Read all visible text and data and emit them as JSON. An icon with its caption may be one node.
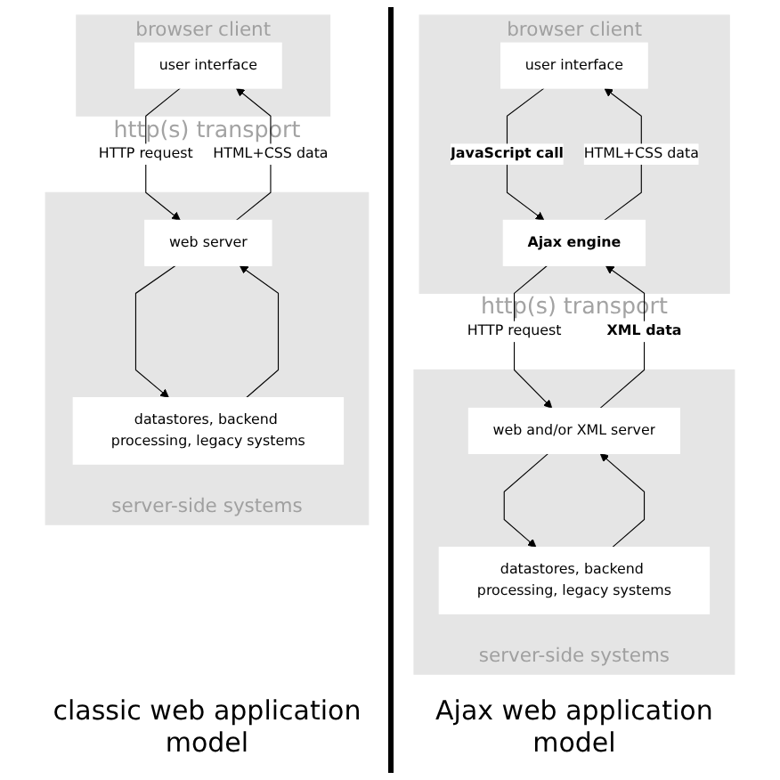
{
  "diagram": {
    "nodes": [
      {
        "text": [
          "browser client"
        ]
      },
      {
        "text": [
          "user interface"
        ],
        "in": 0
      },
      {
        "text": [
          "server-side systems"
        ]
      },
      {
        "text": [
          "web server"
        ],
        "in": 2
      },
      {
        "text": [
          "datastores, backend processing, legacy systems"
        ],
        "in": 2
      },
      {
        "text": [
          "browser client"
        ]
      },
      {
        "text": [
          "user interface"
        ],
        "in": 5
      },
      {
        "text": [
          "Ajax engine"
        ],
        "in": 5
      },
      {
        "text": [
          "server-side systems"
        ]
      },
      {
        "text": [
          "web and/or XML server"
        ],
        "in": 8
      },
      {
        "text": [
          "datastores, backend processing, legacy systems"
        ],
        "in": 8
      }
    ],
    "edges": [
      {
        "from": 1,
        "to": 3,
        "arrow": "to",
        "label": "HTTP request"
      },
      {
        "from": 3,
        "to": 1,
        "arrow": "to",
        "label": "HTML+CSS data"
      },
      {
        "from": 3,
        "to": 4,
        "arrow": "to"
      },
      {
        "from": 4,
        "to": 3,
        "arrow": "to"
      },
      {
        "from": 6,
        "to": 7,
        "arrow": "to",
        "label": "JavaScript call"
      },
      {
        "from": 7,
        "to": 6,
        "arrow": "to",
        "label": "HTML+CSS data"
      },
      {
        "from": 7,
        "to": 9,
        "arrow": "to",
        "label": "HTTP request"
      },
      {
        "from": 9,
        "to": 7,
        "arrow": "to",
        "label": "XML data"
      },
      {
        "from": 9,
        "to": 10,
        "arrow": "to"
      },
      {
        "from": 10,
        "to": 9,
        "arrow": "to"
      }
    ],
    "labels": [
      "http(s) transport",
      "http(s) transport",
      "classic web application model",
      "Ajax web application model"
    ]
  }
}
